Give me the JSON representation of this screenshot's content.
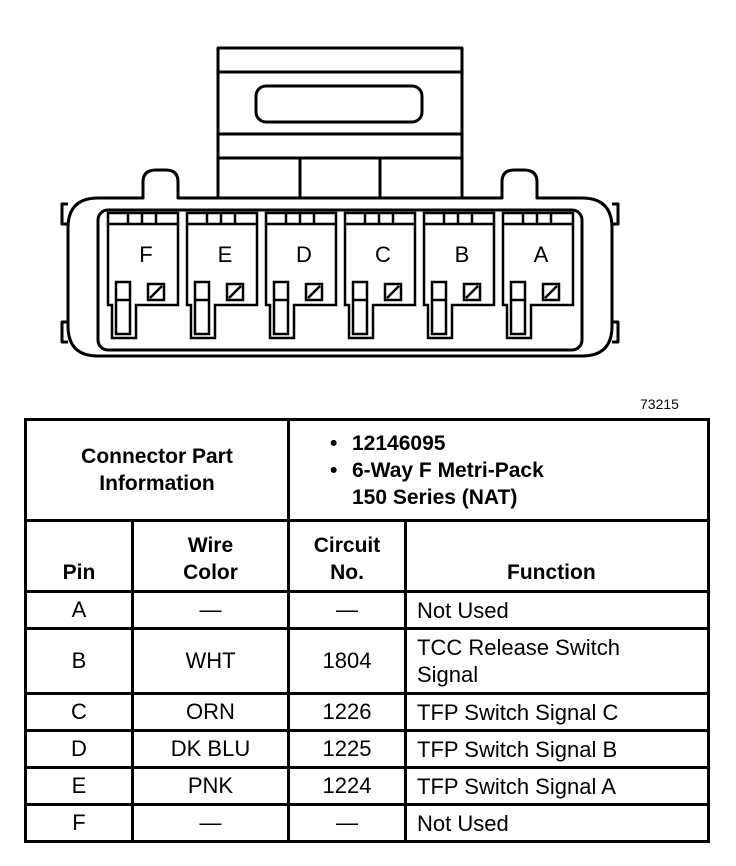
{
  "figure_number": "73215",
  "connector": {
    "pins": [
      "F",
      "E",
      "D",
      "C",
      "B",
      "A"
    ]
  },
  "info": {
    "label": "Connector Part Information",
    "label_line1": "Connector Part",
    "label_line2": "Information",
    "bullet": "•",
    "part_number": "12146095",
    "description_line1": "6-Way F Metri-Pack",
    "description_line2": "150 Series (NAT)"
  },
  "table": {
    "headers": {
      "pin": "Pin",
      "wire_color_line1": "Wire",
      "wire_color_line2": "Color",
      "circuit_line1": "Circuit",
      "circuit_line2": "No.",
      "function": "Function"
    },
    "rows": [
      {
        "pin": "A",
        "wire_color": "—",
        "circuit": "—",
        "function": "Not Used"
      },
      {
        "pin": "B",
        "wire_color": "WHT",
        "circuit": "1804",
        "function_line1": "TCC Release Switch",
        "function_line2": "Signal"
      },
      {
        "pin": "C",
        "wire_color": "ORN",
        "circuit": "1226",
        "function": "TFP Switch Signal C"
      },
      {
        "pin": "D",
        "wire_color": "DK BLU",
        "circuit": "1225",
        "function": "TFP Switch Signal B"
      },
      {
        "pin": "E",
        "wire_color": "PNK",
        "circuit": "1224",
        "function": "TFP Switch Signal A"
      },
      {
        "pin": "F",
        "wire_color": "—",
        "circuit": "—",
        "function": "Not Used"
      }
    ]
  }
}
